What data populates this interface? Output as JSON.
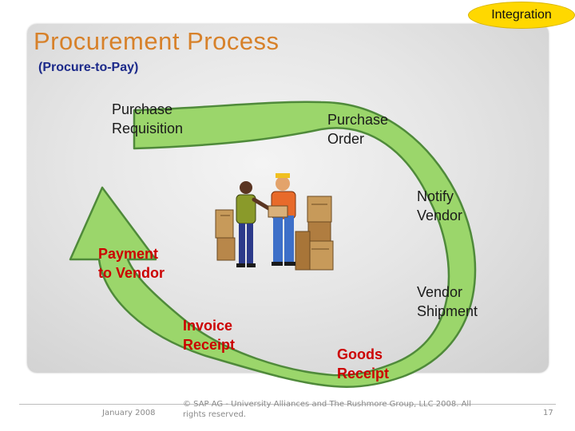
{
  "slide": {
    "badge": "Integration",
    "title": "Procurement Process",
    "subtitle": "(Procure-to-Pay)"
  },
  "steps": [
    {
      "id": "purchase-requisition",
      "label": "Purchase\nRequisition",
      "emphasis": false
    },
    {
      "id": "purchase-order",
      "label": "Purchase\nOrder",
      "emphasis": false
    },
    {
      "id": "notify-vendor",
      "label": "Notify\nVendor",
      "emphasis": false
    },
    {
      "id": "vendor-shipment",
      "label": "Vendor\nShipment",
      "emphasis": false
    },
    {
      "id": "goods-receipt",
      "label": "Goods\nReceipt",
      "emphasis": true
    },
    {
      "id": "invoice-receipt",
      "label": "Invoice\nReceipt",
      "emphasis": true
    },
    {
      "id": "payment-to-vendor",
      "label": "Payment\nto Vendor",
      "emphasis": true
    }
  ],
  "footer": {
    "date": "January 2008",
    "copyright": "© SAP AG - University Alliances and The Rushmore Group, LLC 2008. All rights reserved.",
    "page": "17"
  },
  "colors": {
    "title": "#d7812a",
    "subtitle": "#1c2a8a",
    "badge": "#ffd800",
    "cycle_arrow_fill": "#9bd66b",
    "cycle_arrow_stroke": "#4f8a3a",
    "emphasis_text": "#cc0000"
  },
  "illustration": "warehouse-workers-with-boxes"
}
